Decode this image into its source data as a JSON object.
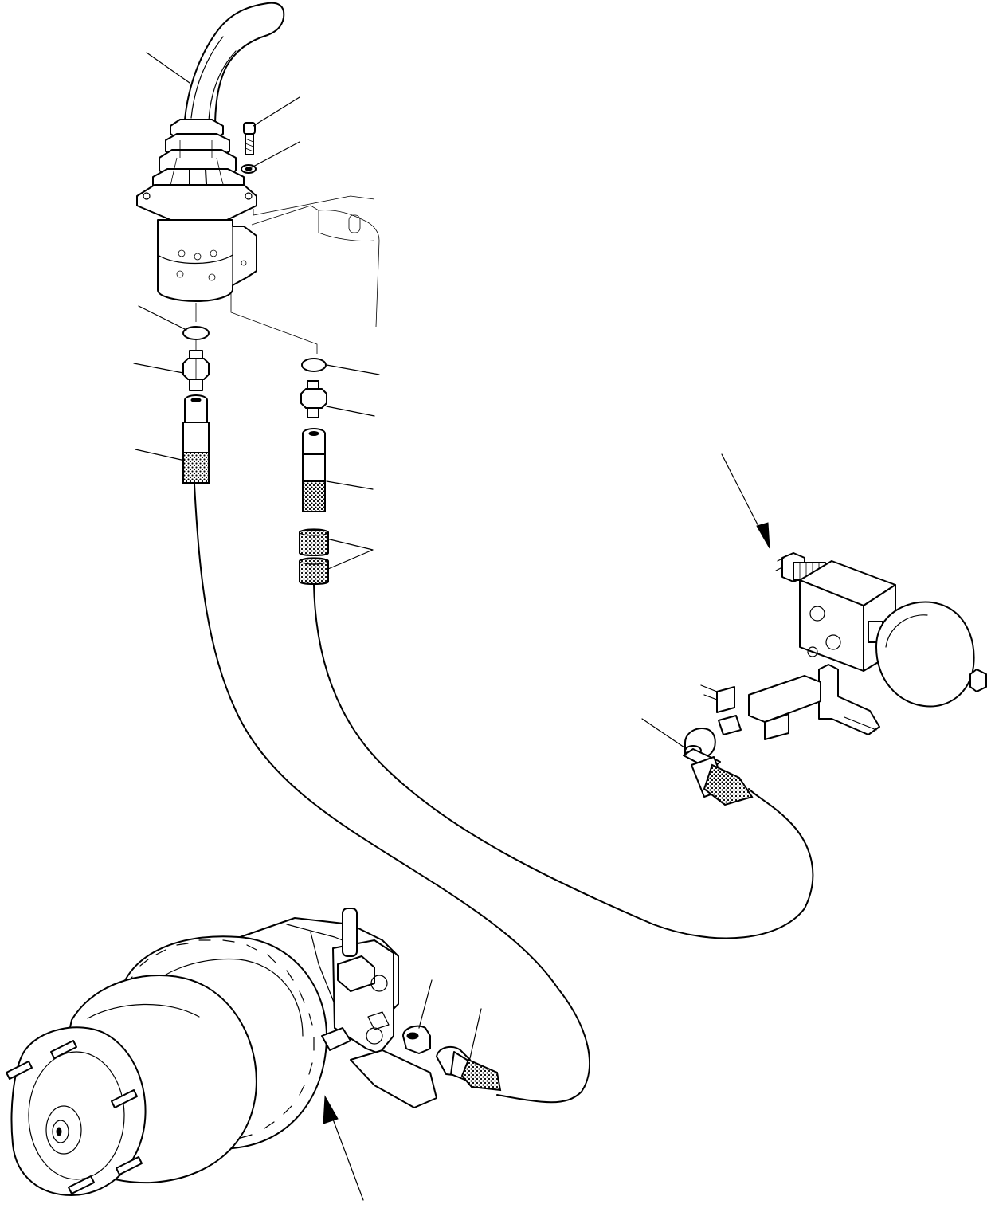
{
  "diagram": {
    "kind": "exploded-parts-view",
    "callouts": [],
    "colors": {
      "line": "#000000",
      "background": "#ffffff"
    },
    "icons": [
      "joystick-lever",
      "rubber-boot",
      "control-valve-body",
      "o-ring",
      "adapter-fitting",
      "hose-assembly",
      "sleeve",
      "accumulator-valve-block",
      "elbow-fitting",
      "travel-motor-reducer",
      "nipple"
    ]
  }
}
